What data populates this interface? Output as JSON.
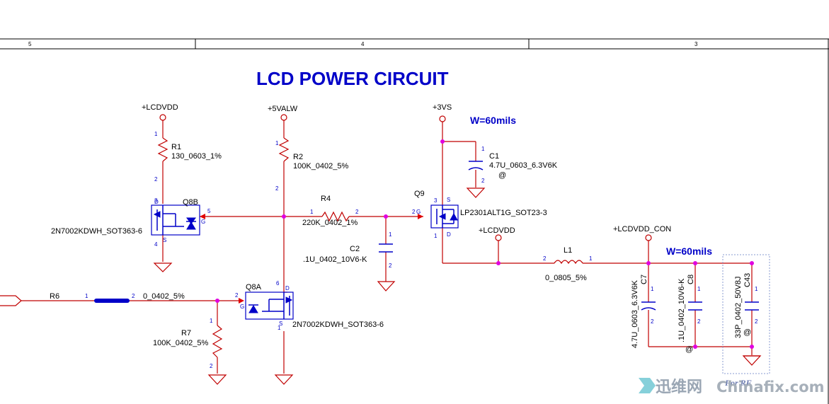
{
  "title": "LCD POWER CIRCUIT",
  "zones": [
    "5",
    "4",
    "3"
  ],
  "colors": {
    "wire": "#c00000",
    "component": "#0000c8",
    "junction": "#e000e0",
    "title": "#0000c8"
  },
  "rails": {
    "lcdvdd_left": "+LCDVDD",
    "v5alw": "+5VALW",
    "v3s": "+3VS",
    "lcdvdd_mid": "+LCDVDD",
    "lcdvdd_con": "+LCDVDD_CON"
  },
  "width_notes": {
    "top": "W=60mils",
    "right": "W=60mils"
  },
  "components": {
    "r1": {
      "ref": "R1",
      "value": "130_0603_1%",
      "pin1": "1",
      "pin2": "2"
    },
    "r2": {
      "ref": "R2",
      "value": "100K_0402_5%",
      "pin1": "1",
      "pin2": "2"
    },
    "r4": {
      "ref": "R4",
      "value": "220K_0402_1%",
      "pin1": "1",
      "pin2": "2"
    },
    "r6": {
      "ref": "R6",
      "value": "0_0402_5%",
      "pin1": "1",
      "pin2": "2"
    },
    "r7": {
      "ref": "R7",
      "value": "100K_0402_5%",
      "pin1": "1",
      "pin2": "2"
    },
    "c1": {
      "ref": "C1",
      "value": "4.7U_0603_6.3V6K",
      "pin1": "1",
      "pin2": "2",
      "mark": "@"
    },
    "c2": {
      "ref": "C2",
      "value": ".1U_0402_10V6-K",
      "pin1": "1",
      "pin2": "2"
    },
    "c7": {
      "ref": "C7",
      "value": "4.7U_0603_6.3V6K",
      "pin1": "1",
      "pin2": "2"
    },
    "c8": {
      "ref": "C8",
      "value": ".1U_0402_10V6-K",
      "pin1": "1",
      "pin2": "2",
      "mark": "@"
    },
    "c43": {
      "ref": "C43",
      "value": "33P_0402_50V8J",
      "pin1": "1",
      "pin2": "2",
      "mark": "@"
    },
    "l1": {
      "ref": "L1",
      "value": "0_0805_5%",
      "pin1": "1",
      "pin2": "2"
    },
    "q8b": {
      "ref": "Q8B",
      "value": "2N7002KDWH_SOT363-6",
      "pin_d": "3",
      "pin_g": "5",
      "pin_s": "4",
      "d": "D",
      "g": "G",
      "s": "S"
    },
    "q8a": {
      "ref": "Q8A",
      "value": "2N7002KDWH_SOT363-6",
      "pin_d": "6",
      "pin_g": "2",
      "pin_s": "1",
      "d": "D",
      "g": "G",
      "s": "S"
    },
    "q9": {
      "ref": "Q9",
      "value": "LP2301ALT1G_SOT23-3",
      "pin_s": "3",
      "pin_g": "2",
      "pin_d": "1",
      "s": "S",
      "g": "G",
      "d": "D"
    }
  },
  "rf_note": "For RF",
  "watermark": {
    "cn": "迅维网",
    "en": "Chinafix.com"
  }
}
